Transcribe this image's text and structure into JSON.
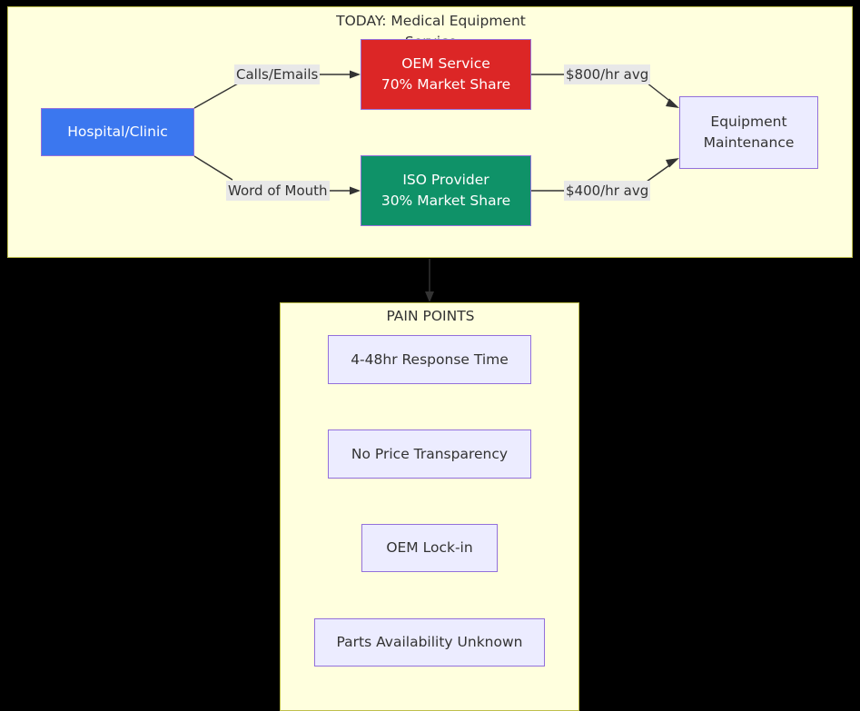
{
  "diagram": {
    "background_color": "#000000",
    "subgraph_fill": "#ffffde",
    "subgraph_border": "#bfbf4d",
    "node_border": "#9370db",
    "edge_color": "#333333",
    "edge_label_bg": "#e8e8e8"
  },
  "today_subgraph": {
    "title_line1": "TODAY: Medical Equipment",
    "title_line2": "Service",
    "nodes": [
      {
        "id": "hospital",
        "label": "Hospital/Clinic",
        "fill": "#3b77ef",
        "text_color": "#ffffff"
      },
      {
        "id": "oem",
        "label_line1": "OEM Service",
        "label_line2": "70% Market Share",
        "fill": "#dc2626",
        "text_color": "#ffffff"
      },
      {
        "id": "iso",
        "label_line1": "ISO Provider",
        "label_line2": "30% Market Share",
        "fill": "#0f9268",
        "text_color": "#ffffff"
      },
      {
        "id": "equipment",
        "label_line1": "Equipment",
        "label_line2": "Maintenance",
        "fill": "#ececff",
        "text_color": "#333333"
      }
    ],
    "edge_labels": [
      {
        "id": "calls",
        "text": "Calls/Emails"
      },
      {
        "id": "word",
        "text": "Word of Mouth"
      },
      {
        "id": "cost_oem",
        "text": "$800/hr avg"
      },
      {
        "id": "cost_iso",
        "text": "$400/hr avg"
      }
    ]
  },
  "pain_points_subgraph": {
    "title": "PAIN POINTS",
    "nodes": [
      {
        "id": "response",
        "label": "4-48hr Response Time",
        "fill": "#ececff"
      },
      {
        "id": "price",
        "label": "No Price Transparency",
        "fill": "#ececff"
      },
      {
        "id": "lockin",
        "label": "OEM Lock-in",
        "fill": "#ececff"
      },
      {
        "id": "parts",
        "label": "Parts Availability Unknown",
        "fill": "#ececff"
      }
    ]
  }
}
